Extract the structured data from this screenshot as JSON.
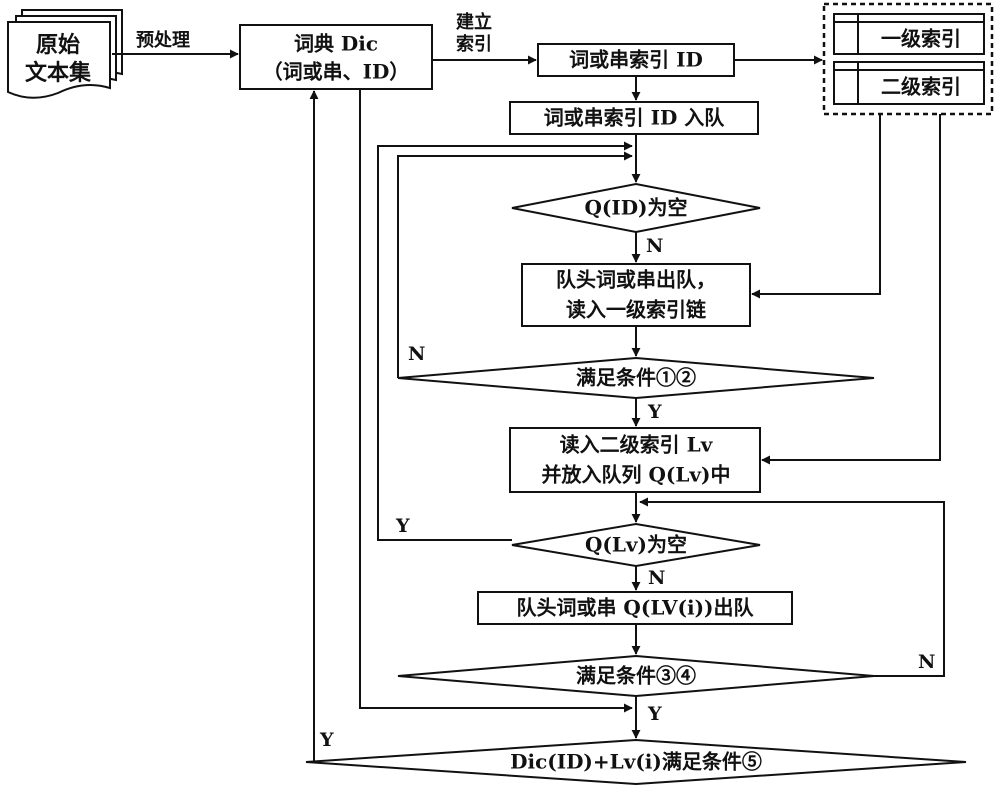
{
  "nodes": {
    "raw_corpus": {
      "line1": "原始",
      "line2": "文本集"
    },
    "dictionary": {
      "line1": "词典 Dic",
      "line2": "（词或串、ID）"
    },
    "index_id": {
      "text": "词或串索引 ID"
    },
    "enqueue": {
      "text": "词或串索引 ID 入队"
    },
    "index_panel": {
      "level1": "一级索引",
      "level2": "二级索引"
    },
    "q_id_empty": {
      "text": "Q(ID)为空"
    },
    "dequeue_head": {
      "line1": "队头词或串出队，",
      "line2": "读入一级索引链"
    },
    "cond_12": {
      "text": "满足条件①②"
    },
    "read_lv": {
      "line1": "读入二级索引 Lv",
      "line2": "并放入队列 Q(Lv)中"
    },
    "q_lv_empty": {
      "text": "Q(Lv)为空"
    },
    "dequeue_lv": {
      "text": "队头词或串 Q(LV(i))出队"
    },
    "cond_34": {
      "text": "满足条件③④"
    },
    "cond_5": {
      "text": "Dic(ID)+Lv(i)满足条件⑤"
    }
  },
  "edges": {
    "preprocess": "预处理",
    "build_index_1": "建立",
    "build_index_2": "索引",
    "n_after_qid": "N",
    "n_loop_cond12": "N",
    "y_after_cond12": "Y",
    "y_loop_qlv": "Y",
    "n_after_qlv": "N",
    "n_loop_cond34": "N",
    "y_after_cond34": "Y",
    "y_loop_cond5": "Y"
  }
}
